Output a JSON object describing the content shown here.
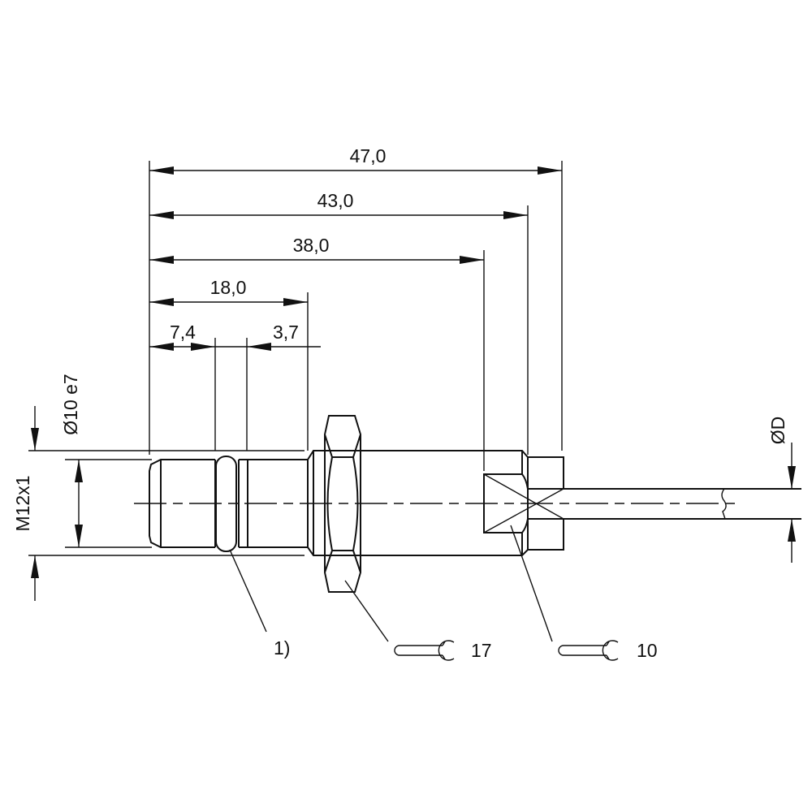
{
  "dimensions": {
    "overall_length": "47,0",
    "length_to_gland_end": "43,0",
    "thread_length": "38,0",
    "front_length": "18,0",
    "oring_position": "7,4",
    "front_thread_gap": "3,7"
  },
  "diameters": {
    "thread": "M12x1",
    "front": "Ø10 e7",
    "cable": "ØD"
  },
  "callouts": {
    "note": "1)",
    "nut_wrench_size": "17",
    "gland_wrench_size": "10"
  },
  "icons": [
    "wrench-icon",
    "wrench-icon"
  ]
}
